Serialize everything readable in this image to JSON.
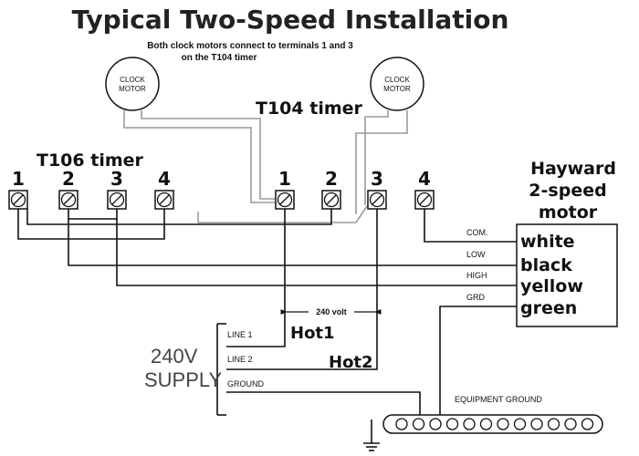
{
  "title": "Typical Two-Speed Installation",
  "note_line1": "Both clock motors connect to terminals 1 and 3",
  "note_line2": "on the T104 timer",
  "clock_motor": {
    "line1": "CLOCK",
    "line2": "MOTOR"
  },
  "t104": {
    "label": "T104 timer",
    "terminals": [
      "1",
      "2",
      "3",
      "4"
    ]
  },
  "t106": {
    "label": "T106 timer",
    "terminals": [
      "1",
      "2",
      "3",
      "4"
    ]
  },
  "motor": {
    "line1": "Hayward",
    "line2": "2-speed",
    "line3": "motor"
  },
  "motor_leads": [
    {
      "tag": "COM.",
      "color": "white"
    },
    {
      "tag": "LOW",
      "color": "black"
    },
    {
      "tag": "HIGH",
      "color": "yellow"
    },
    {
      "tag": "GRD",
      "color": "green"
    }
  ],
  "voltage": "240 volt",
  "hot1": "Hot1",
  "hot2": "Hot2",
  "supply": {
    "line1": "240V",
    "line2": "SUPPLY"
  },
  "supply_lines": [
    "LINE 1",
    "LINE 2",
    "GROUND"
  ],
  "equipment_ground": "EQUIPMENT GROUND"
}
